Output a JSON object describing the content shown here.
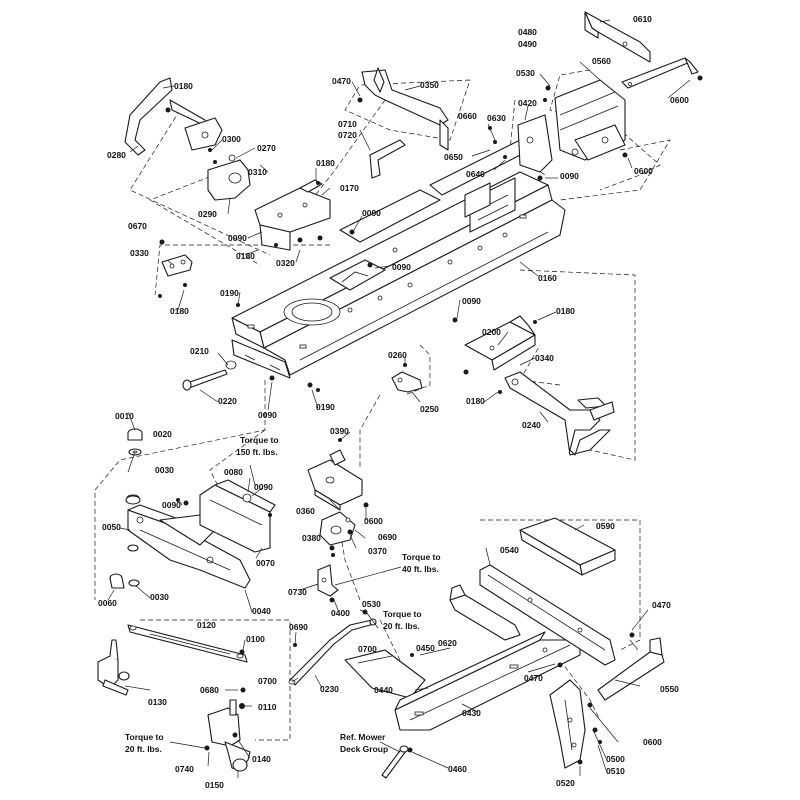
{
  "labels": {
    "l0010": "0010",
    "l0020": "0020",
    "l0030a": "0030",
    "l0030b": "0030",
    "l0040": "0040",
    "l0050": "0050",
    "l0060": "0060",
    "l0070": "0070",
    "l0080": "0080",
    "l0090a": "0090",
    "l0090b": "0090",
    "l0090c": "0090",
    "l0090d": "0090",
    "l0090e": "0090",
    "l0090f": "0090",
    "l0090g": "0090",
    "l0090h": "0090",
    "l0100": "0100",
    "l0110": "0110",
    "l0120": "0120",
    "l0130": "0130",
    "l0140": "0140",
    "l0150": "0150",
    "l0160": "0160",
    "l0170": "0170",
    "l0180a": "0180",
    "l0180b": "0180",
    "l0180c": "0180",
    "l0180d": "0180",
    "l0180e": "0180",
    "l0180f": "0180",
    "l0190a": "0190",
    "l0190b": "0190",
    "l0200": "0200",
    "l0210": "0210",
    "l0220": "0220",
    "l0230": "0230",
    "l0240": "0240",
    "l0250": "0250",
    "l0260": "0260",
    "l0270": "0270",
    "l0280": "0280",
    "l0290": "0290",
    "l0300": "0300",
    "l0310": "0310",
    "l0320": "0320",
    "l0330": "0330",
    "l0340": "0340",
    "l0350": "0350",
    "l0360": "0360",
    "l0370": "0370",
    "l0380": "0380",
    "l0390": "0390",
    "l0400": "0400",
    "l0420": "0420",
    "l0430": "0430",
    "l0440": "0440",
    "l0450": "0450",
    "l0460": "0460",
    "l0470a": "0470",
    "l0470b": "0470",
    "l0470c": "0470",
    "l0480": "0480",
    "l0490": "0490",
    "l0500": "0500",
    "l0510": "0510",
    "l0520": "0520",
    "l0530a": "0530",
    "l0530b": "0530",
    "l0540": "0540",
    "l0550": "0550",
    "l0560": "0560",
    "l0590": "0590",
    "l0600a": "0600",
    "l0600b": "0600",
    "l0600c": "0600",
    "l0600d": "0600",
    "l0610": "0610",
    "l0620": "0620",
    "l0630": "0630",
    "l0640": "0640",
    "l0650": "0650",
    "l0660": "0660",
    "l0670": "0670",
    "l0680": "0680",
    "l0690a": "0690",
    "l0690b": "0690",
    "l0700a": "0700",
    "l0700b": "0700",
    "l0710": "0710",
    "l0720": "0720",
    "l0730": "0730",
    "l0740": "0740"
  },
  "notes": {
    "torque_150_line1": "Torque to",
    "torque_150_line2": "150 ft. lbs.",
    "torque_40_line1": "Torque to",
    "torque_40_line2": "40 ft. lbs.",
    "torque_20a_line1": "Torque to",
    "torque_20a_line2": "20 ft. lbs.",
    "torque_20b_line1": "Torque to",
    "torque_20b_line2": "20 ft. lbs.",
    "deck_line1": "Ref. Mower",
    "deck_line2": "Deck Group"
  }
}
